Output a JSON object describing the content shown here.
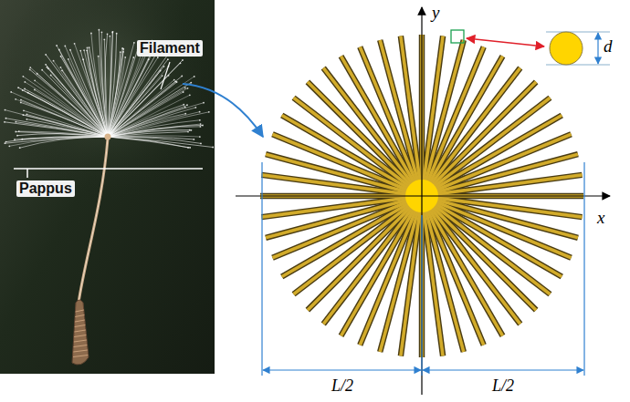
{
  "diagram": {
    "labels": [
      "Filament",
      "Pappus",
      "y",
      "x",
      "d",
      "L/2",
      "L/2"
    ]
  }
}
